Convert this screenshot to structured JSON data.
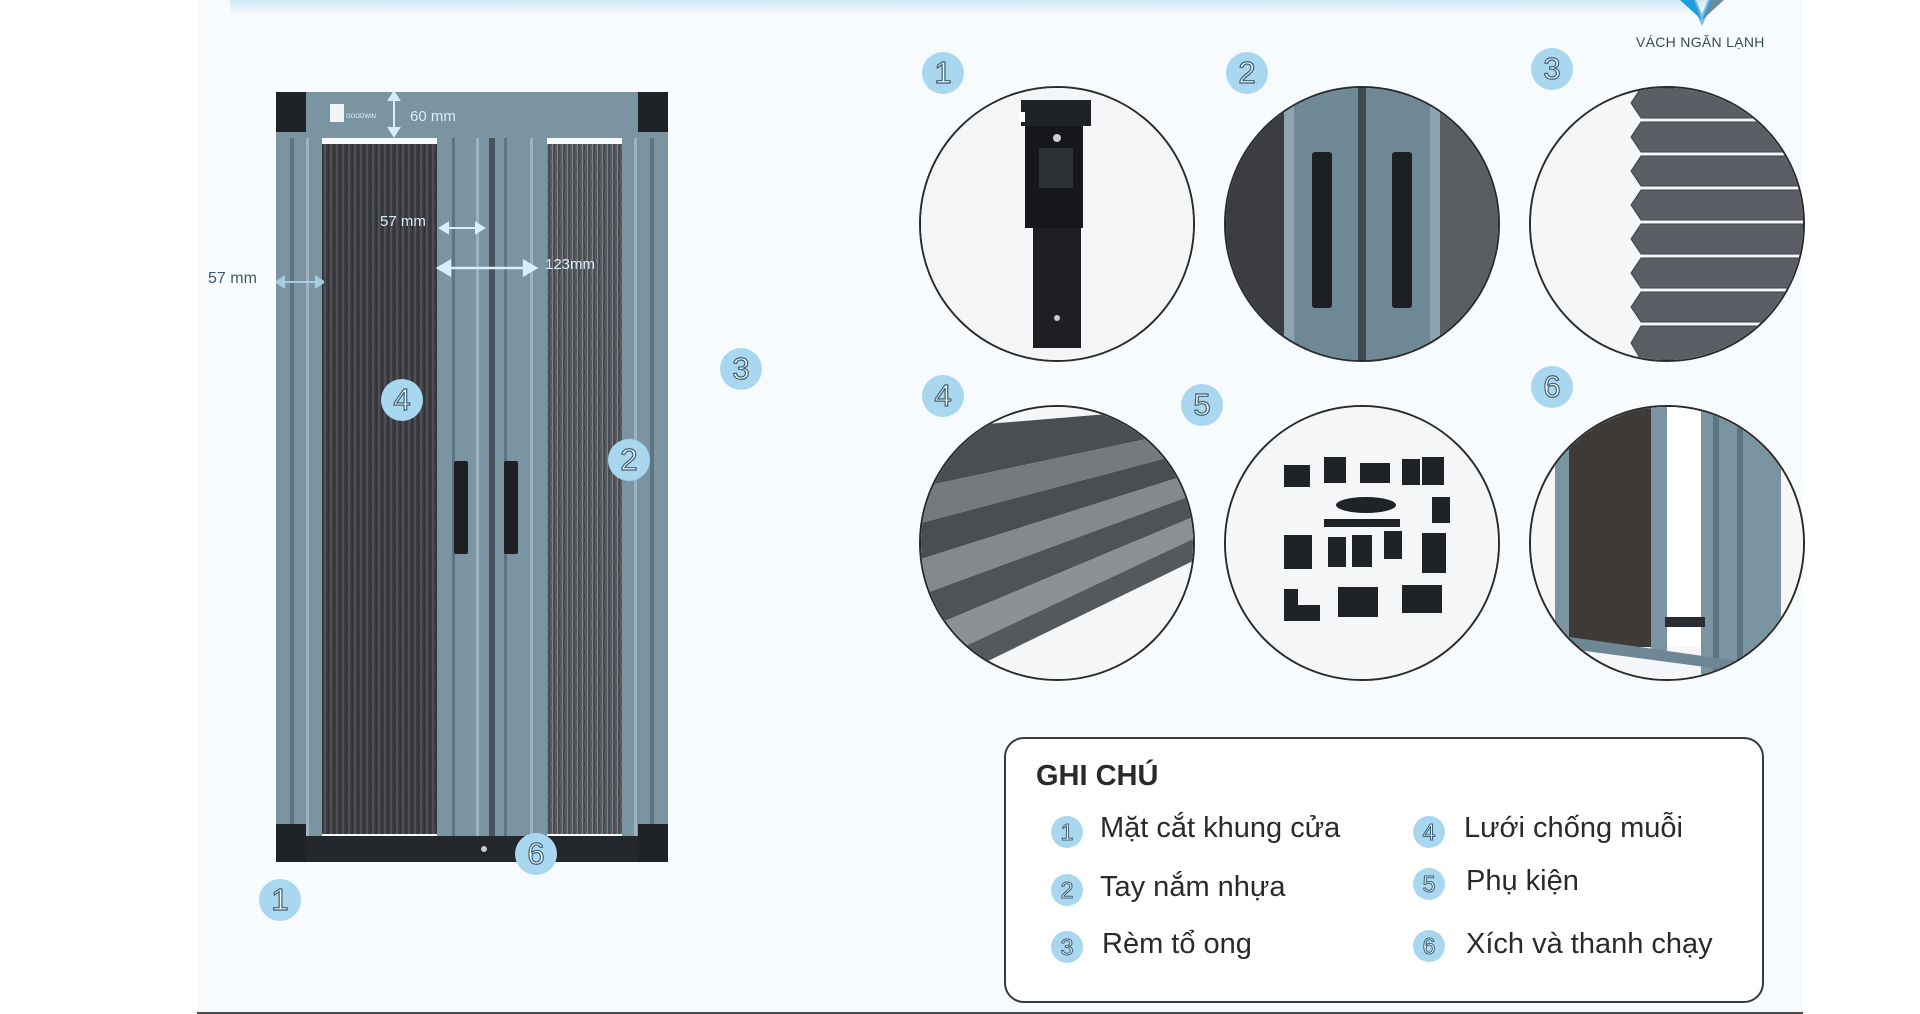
{
  "brand": {
    "name": "VÁCH NGĂN LẠNH"
  },
  "door": {
    "frame_label": "GOODWIN",
    "dimensions": {
      "top": "60 mm",
      "side": "57 mm",
      "inner": "57 mm",
      "center": "123mm"
    }
  },
  "markers": [
    "1",
    "2",
    "3",
    "4",
    "5",
    "6"
  ],
  "detail_views": [
    {
      "number": "1",
      "icon": "frame-profile-photo"
    },
    {
      "number": "2",
      "icon": "plastic-handle-photo"
    },
    {
      "number": "3",
      "icon": "honeycomb-curtain-photo"
    },
    {
      "number": "4",
      "icon": "pleated-mesh-photo"
    },
    {
      "number": "5",
      "icon": "accessories-photo"
    },
    {
      "number": "6",
      "icon": "chain-track-photo"
    }
  ],
  "legend": {
    "title": "GHI CHÚ",
    "items": [
      {
        "number": "1",
        "label": "Mặt cắt khung cửa"
      },
      {
        "number": "2",
        "label": "Tay nắm nhựa"
      },
      {
        "number": "3",
        "label": "Rèm tổ ong"
      },
      {
        "number": "4",
        "label": "Lưới chống muỗi"
      },
      {
        "number": "5",
        "label": "Phụ kiện"
      },
      {
        "number": "6",
        "label": "Xích và thanh chạy"
      }
    ]
  },
  "colors": {
    "frame": "#7893a1",
    "frame_dark": "#5c7584",
    "mesh": "#3d3f43",
    "marker": "#a9d7f0",
    "dimension": "#d8eef9"
  }
}
